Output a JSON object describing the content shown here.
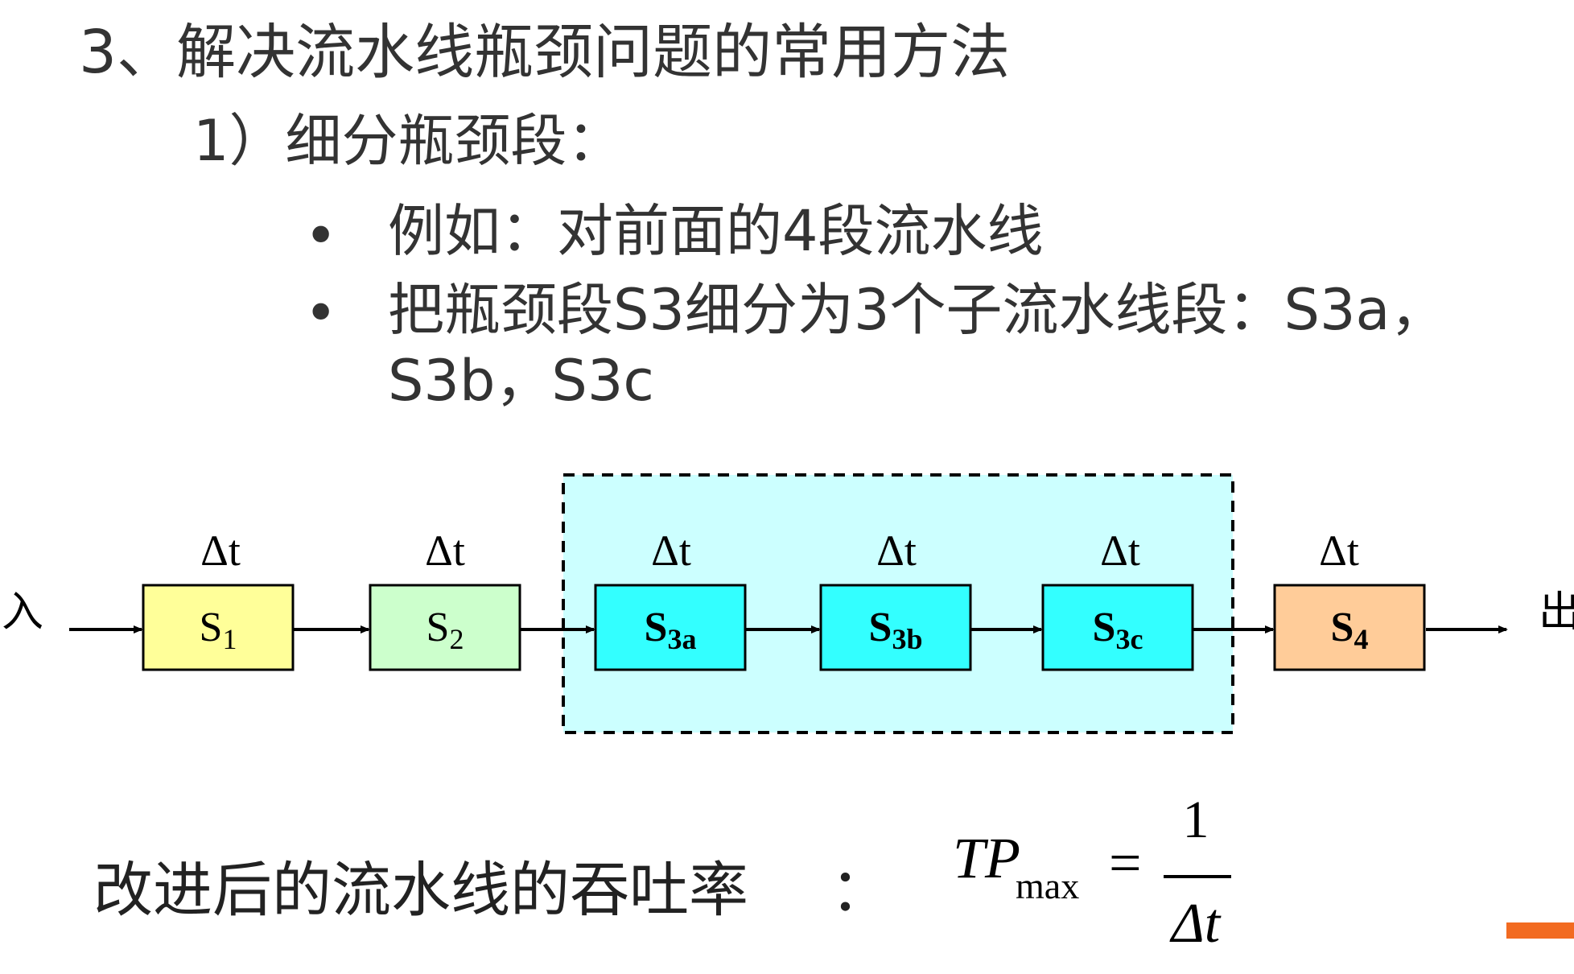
{
  "heading": "3、解决流水线瓶颈问题的常用方法",
  "subheading": "1）细分瓶颈段：",
  "bullets": [
    "例如：对前面的4段流水线",
    "把瓶颈段S3细分为3个子流水线段：S3a，",
    "S3b，S3c"
  ],
  "bullet_symbol": "•",
  "diagram": {
    "input_label": "入",
    "output_label": "出",
    "stages": [
      {
        "main": "S",
        "sub": "1",
        "time": "Δt",
        "color": "#ffff99"
      },
      {
        "main": "S",
        "sub": "2",
        "time": "Δt",
        "color": "#ccffcc"
      },
      {
        "main": "S",
        "sub": "3a",
        "time": "Δt",
        "color": "#33ffff"
      },
      {
        "main": "S",
        "sub": "3b",
        "time": "Δt",
        "color": "#33ffff"
      },
      {
        "main": "S",
        "sub": "3c",
        "time": "Δt",
        "color": "#33ffff"
      },
      {
        "main": "S",
        "sub": "4",
        "time": "Δt",
        "color": "#ffcc99"
      }
    ],
    "group_fill": "#ccffff"
  },
  "formula": {
    "label": "改进后的流水线的吞吐率",
    "colon": "：",
    "lhs_main": "TP",
    "lhs_sub": "max",
    "equals": "=",
    "numerator": "1",
    "denominator": "Δt"
  },
  "accent_color": "#f26b21"
}
